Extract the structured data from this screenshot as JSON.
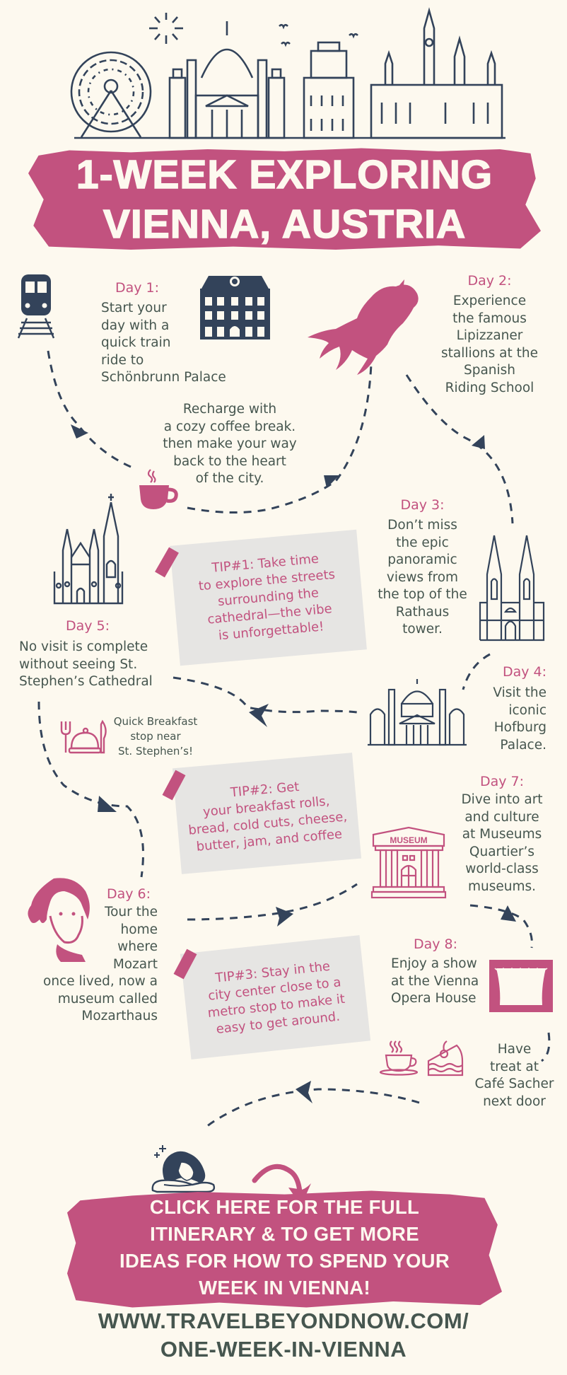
{
  "header": {
    "title_line1": "1-WEEK EXPLORING",
    "title_line2": "VIENNA, AUSTRIA",
    "skyline_icon": "vienna-skyline-icon"
  },
  "colors": {
    "background": "#FDF9EF",
    "accent_pink": "#C2527F",
    "navy": "#33435A",
    "body_text": "#46564F",
    "tip_paper": "#E6E5E3"
  },
  "days": [
    {
      "label": "Day 1:",
      "lines": [
        "Start your",
        "day with a",
        "quick train",
        "ride to",
        "Schönbrunn Palace"
      ],
      "icons": [
        "train-icon",
        "palace-icon"
      ]
    },
    {
      "label": "Day 2:",
      "lines": [
        "Experience",
        "the famous",
        "Lipizzaner",
        "stallions at the",
        "Spanish",
        "Riding School"
      ],
      "icons": [
        "horse-icon"
      ]
    },
    {
      "label": "Day 3:",
      "lines": [
        "Don’t miss",
        "the epic",
        "panoramic",
        "views from",
        "the top of the",
        "Rathaus",
        "tower."
      ],
      "icons": [
        "rathaus-icon"
      ]
    },
    {
      "label": "Day 4:",
      "lines": [
        "Visit the",
        "iconic",
        "Hofburg",
        "Palace."
      ],
      "icons": [
        "hofburg-icon"
      ]
    },
    {
      "label": "Day 5:",
      "lines": [
        "No visit is complete",
        "without seeing St.",
        "Stephen’s Cathedral"
      ],
      "icons": [
        "cathedral-icon"
      ]
    },
    {
      "label": "Day 6:",
      "lines": [
        "Tour the",
        "home",
        "where",
        "Mozart",
        "once lived, now a",
        "museum called",
        "Mozarthaus"
      ],
      "icons": [
        "mozart-icon"
      ]
    },
    {
      "label": "Day 7:",
      "lines": [
        "Dive into art",
        "and culture",
        "at Museums",
        "Quartier’s",
        "world-class",
        "museums."
      ],
      "icons": [
        "museum-icon"
      ],
      "museum_sign": "MUSEUM"
    },
    {
      "label": "Day 8:",
      "lines": [
        "Enjoy a show",
        "at the Vienna",
        "Opera House"
      ],
      "icons": [
        "stage-curtain-icon"
      ]
    }
  ],
  "extras": {
    "coffee": {
      "lines": [
        "Recharge with",
        "a cozy coffee break.",
        "then make your way",
        "back to the heart",
        "of the city."
      ],
      "icon": "coffee-cup-icon"
    },
    "breakfast": {
      "lines": [
        "Quick Breakfast",
        "stop near",
        "St. Stephen’s!"
      ],
      "icon": "breakfast-cloche-icon"
    },
    "cafe_sacher": {
      "lines": [
        "Have",
        "treat at",
        "Café Sacher",
        "next door"
      ],
      "icons": [
        "teacup-icon",
        "cake-icon"
      ]
    }
  },
  "tips": [
    {
      "lines": [
        "TIP#1: Take time",
        "to explore the streets",
        "surrounding the",
        "cathedral—the vibe",
        "is unforgettable!"
      ]
    },
    {
      "lines": [
        "TIP#2: Get",
        "your breakfast rolls,",
        "bread, cold cuts, cheese,",
        "butter, jam, and coffee"
      ]
    },
    {
      "lines": [
        "TIP#3: Stay in the",
        "city center close to a",
        "metro stop to make it",
        "easy to get around."
      ]
    }
  ],
  "cta": {
    "lines": [
      "CLICK HERE FOR THE FULL",
      "ITINERARY & TO GET MORE",
      "IDEAS FOR HOW TO SPEND YOUR",
      "WEEK IN VIENNA!"
    ]
  },
  "url": {
    "lines": [
      "WWW.TRAVELBEYONDNOW.COM/",
      "ONE-WEEK-IN-VIENNA"
    ]
  }
}
